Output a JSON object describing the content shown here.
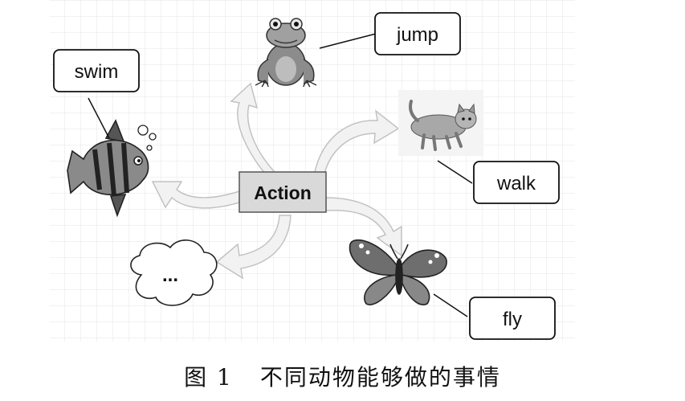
{
  "center": {
    "label": "Action"
  },
  "actions": [
    {
      "id": "jump",
      "label": "jump",
      "icon": "frog-icon"
    },
    {
      "id": "walk",
      "label": "walk",
      "icon": "kitten-icon"
    },
    {
      "id": "fly",
      "label": "fly",
      "icon": "butterfly-icon"
    },
    {
      "id": "swim",
      "label": "swim",
      "icon": "fish-icon"
    },
    {
      "id": "more",
      "label": "...",
      "icon": "cloud-icon"
    }
  ],
  "caption": {
    "number": "图 1",
    "text": "不同动物能够做的事情"
  },
  "colors": {
    "grid": "#e6e6e6",
    "arrow_fill": "#f2f2f2",
    "arrow_stroke": "#c4c4c4",
    "center_fill": "#d9d9d9"
  }
}
